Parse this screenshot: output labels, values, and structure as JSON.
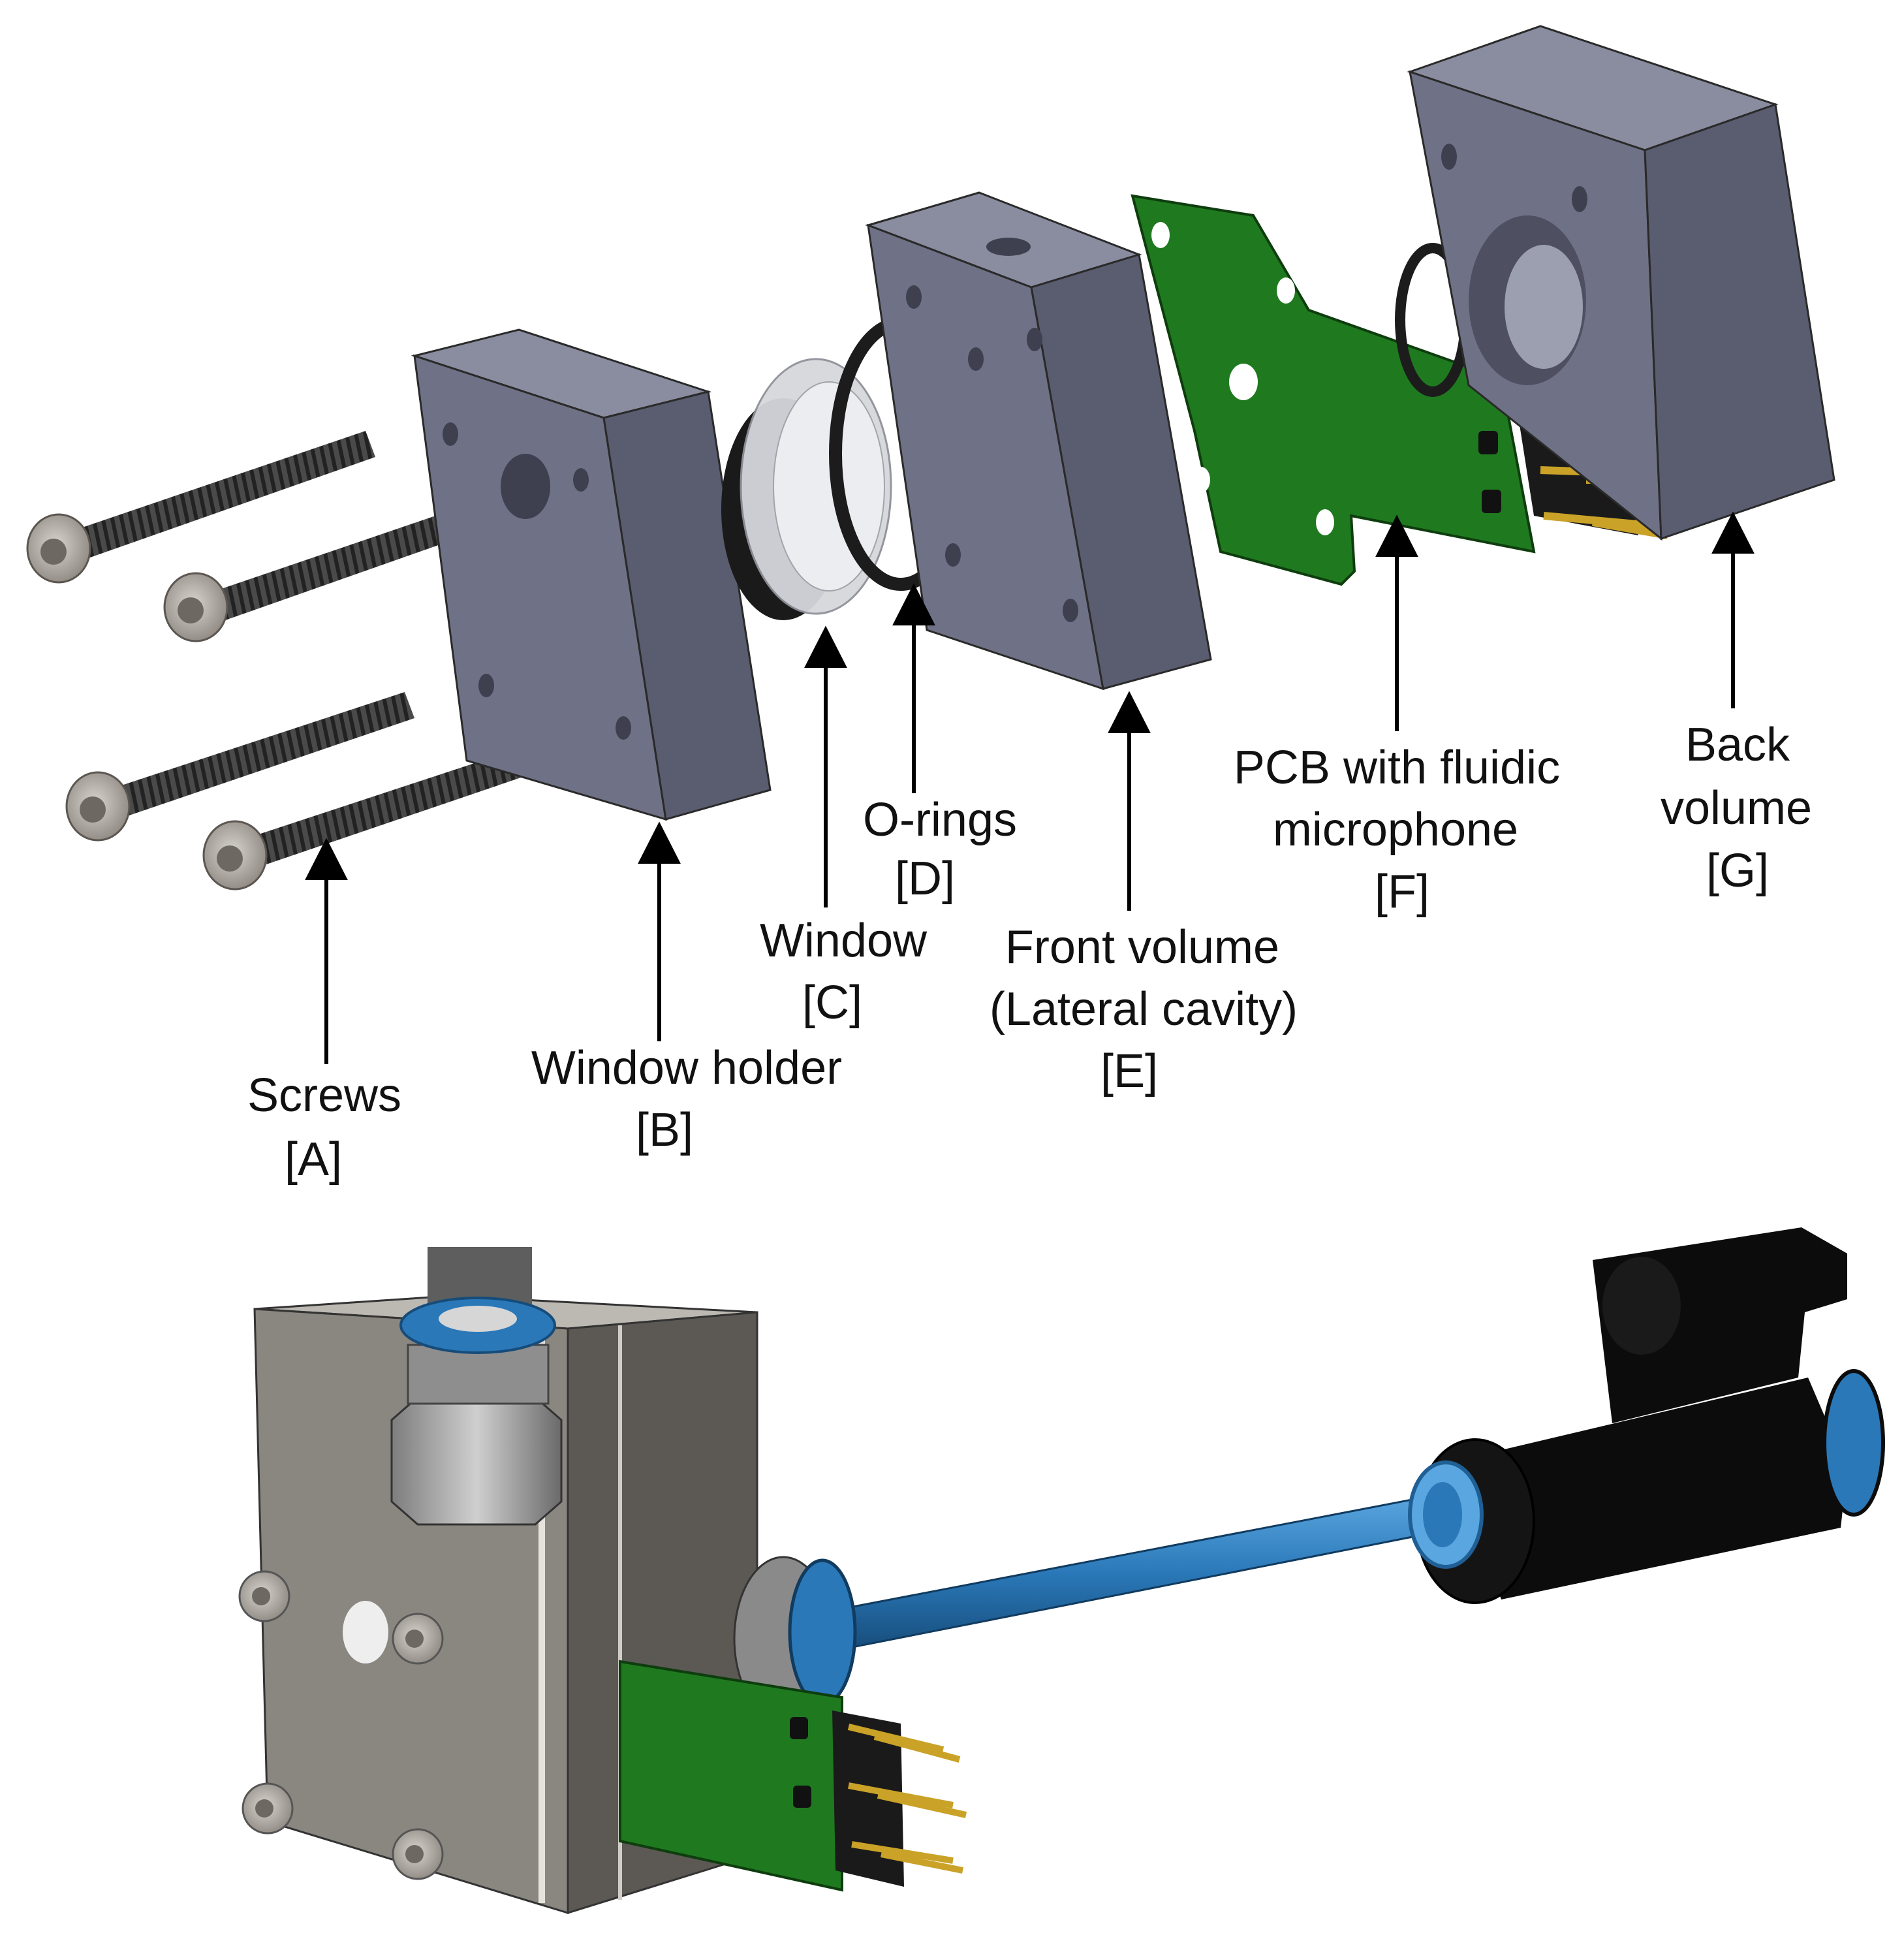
{
  "labels": {
    "screws": {
      "name": "Screws",
      "tag": "[A]"
    },
    "window_holder": {
      "name": "Window holder",
      "tag": "[B]"
    },
    "window": {
      "name": "Window",
      "tag": "[C]"
    },
    "o_rings": {
      "name": "O-rings",
      "tag": "[D]"
    },
    "front_volume": {
      "line1": "Front volume",
      "line2": "(Lateral cavity)",
      "tag": "[E]"
    },
    "pcb": {
      "line1": "PCB with fluidic",
      "line2": "microphone",
      "tag": "[F]"
    },
    "back_volume": {
      "line1": "Back",
      "line2": "volume",
      "tag": "[G]"
    }
  },
  "colors": {
    "block_front": "#6f7286",
    "block_top": "#8a8da0",
    "block_side": "#5a5d70",
    "pcb_green": "#1f7a1f",
    "tube_blue": "#2a78b8",
    "fitting_black": "#0c0c0c",
    "assembled_metal": "#8a8680"
  }
}
